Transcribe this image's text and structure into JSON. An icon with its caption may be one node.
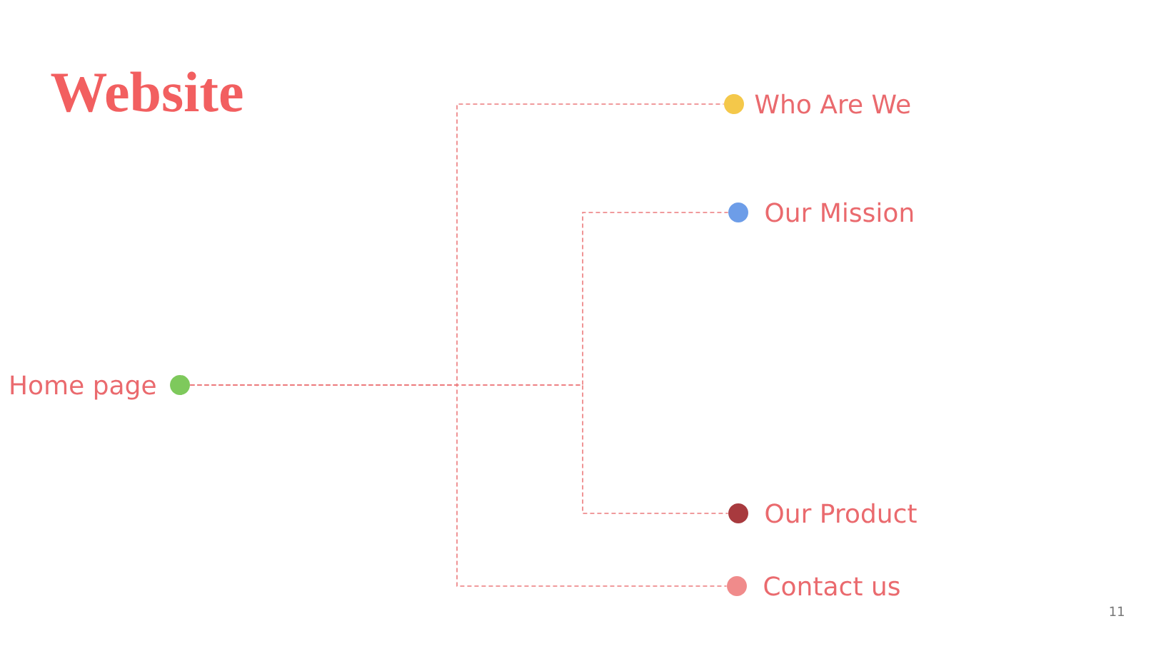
{
  "diagram": {
    "title": "Website",
    "nodes": [
      {
        "text": [
          "Home page"
        ]
      },
      {
        "text": [
          "Who Are We"
        ]
      },
      {
        "text": [
          "Our Mission"
        ]
      },
      {
        "text": [
          "Our Product"
        ]
      },
      {
        "text": [
          "Contact us"
        ]
      }
    ],
    "edges": [
      {
        "from": 0,
        "to": 1,
        "arrow": "none",
        "style": "dashed"
      },
      {
        "from": 0,
        "to": 2,
        "arrow": "none",
        "style": "dashed"
      },
      {
        "from": 0,
        "to": 3,
        "arrow": "none",
        "style": "dashed"
      },
      {
        "from": 0,
        "to": 4,
        "arrow": "none",
        "style": "dashed"
      }
    ],
    "labels": [
      "11"
    ]
  }
}
